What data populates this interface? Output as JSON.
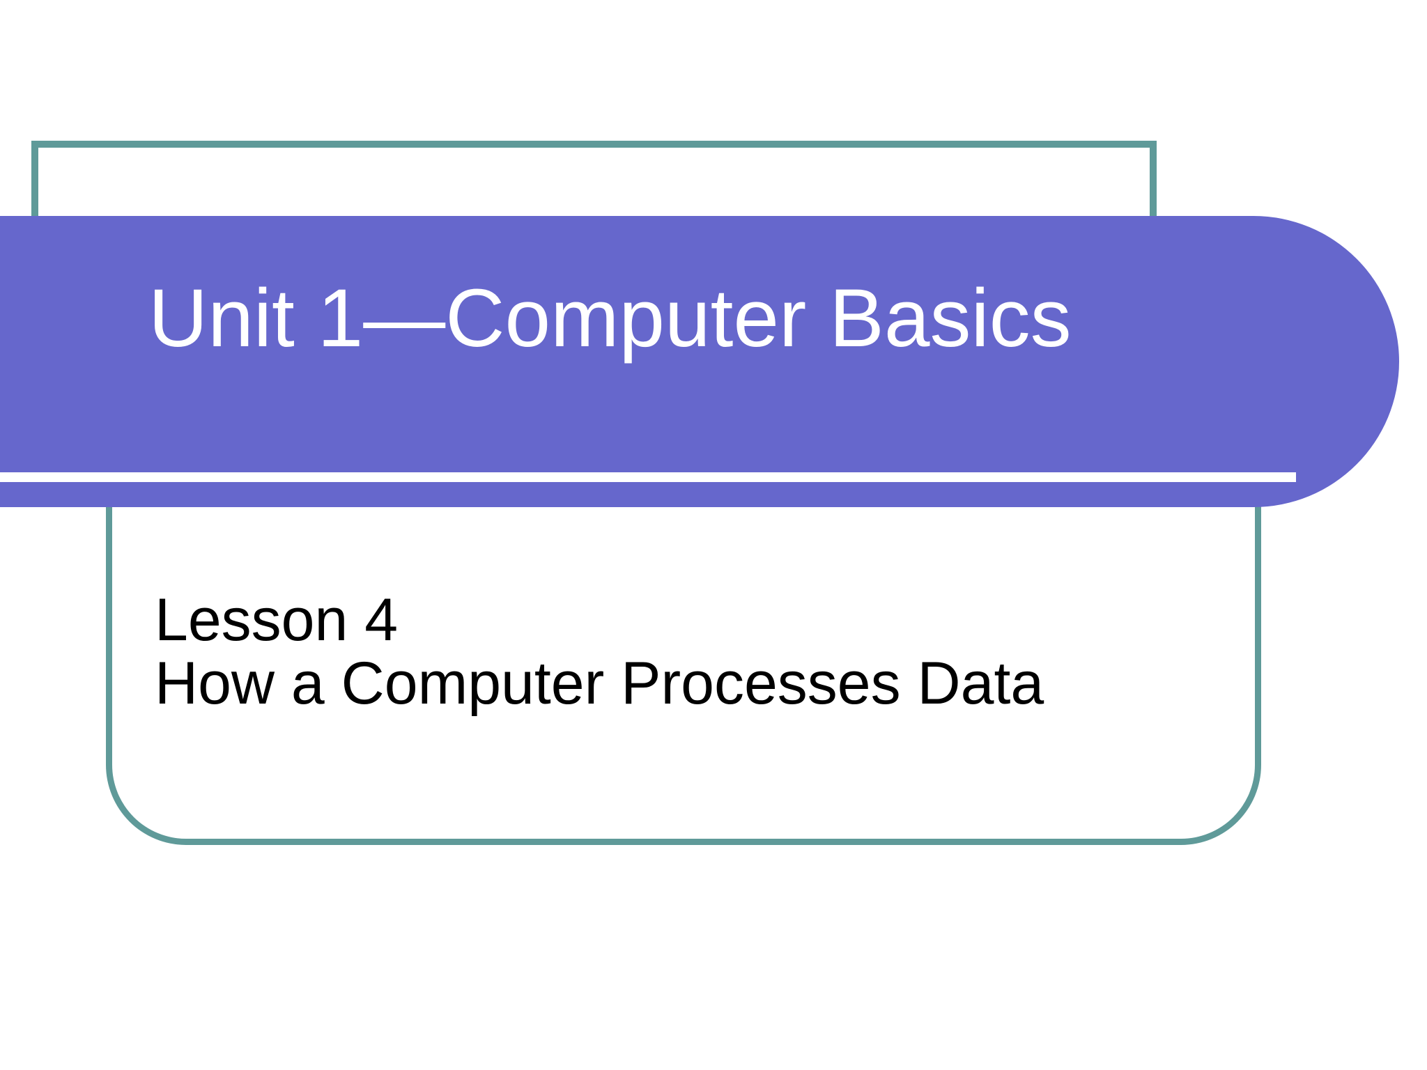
{
  "slide": {
    "background_color": "#ffffff",
    "accent_banner_color": "#6667CC",
    "frame_border_color": "#5F9A99",
    "title_text_color": "#ffffff",
    "body_text_color": "#000000",
    "rule_color": "#ffffff",
    "title": "Unit 1—Computer Basics",
    "body": {
      "lines": [
        "Lesson 4",
        "How a Computer Processes Data"
      ]
    }
  }
}
